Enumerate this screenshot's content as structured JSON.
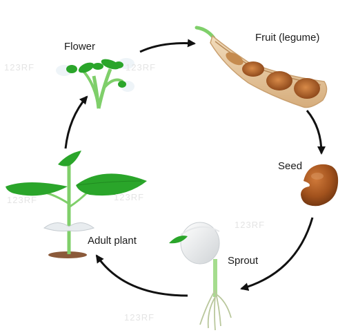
{
  "stages": {
    "flower": "Flower",
    "fruit": "Fruit (legume)",
    "seed": "Seed",
    "sprout": "Sprout",
    "adult_plant": "Adult plant"
  },
  "watermarks": [
    "123RF",
    "123RF",
    "123RF",
    "123RF",
    "123RF",
    "123RF"
  ],
  "colors": {
    "leaf": "#2aa52a",
    "leaf_dark": "#1a7a1a",
    "stem": "#7fcf6a",
    "pod": "#e8c9a0",
    "seed": "#a2521d",
    "arrow": "#111111"
  }
}
